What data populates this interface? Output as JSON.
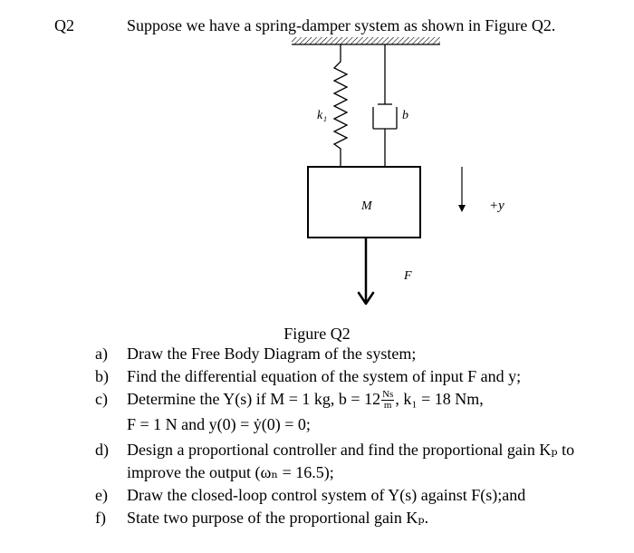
{
  "question": {
    "number": "Q2",
    "intro": "Suppose we have a spring-damper system as shown in Figure Q2."
  },
  "figure": {
    "spring_label": "k₁",
    "damper_label": "b",
    "mass_label": "M",
    "force_label": "F",
    "direction_label": "+y",
    "caption": "Figure Q2"
  },
  "parts": {
    "a": {
      "label": "a)",
      "text": "Draw the Free Body Diagram of the system;"
    },
    "b": {
      "label": "b)",
      "text": "Find the differential equation of the system of input F and y;"
    },
    "c": {
      "label": "c)",
      "line1_pre": "Determine the Y(s) if M = 1 kg,  b = 12",
      "frac_num": "Ns",
      "frac_den": "m",
      "line1_post": ",  k₁ = 18 Nm,",
      "line2": "F = 1 N and y(0) = ẏ(0) = 0;"
    },
    "d": {
      "label": "d)",
      "line1": "Design a proportional controller and find the proportional gain Kₚ to",
      "line2": "improve the output (ωₙ = 16.5);"
    },
    "e": {
      "label": "e)",
      "text": "Draw the closed-loop control system of Y(s) against F(s);and"
    },
    "f": {
      "label": "f)",
      "text": "State two purpose of the proportional gain Kₚ."
    }
  }
}
